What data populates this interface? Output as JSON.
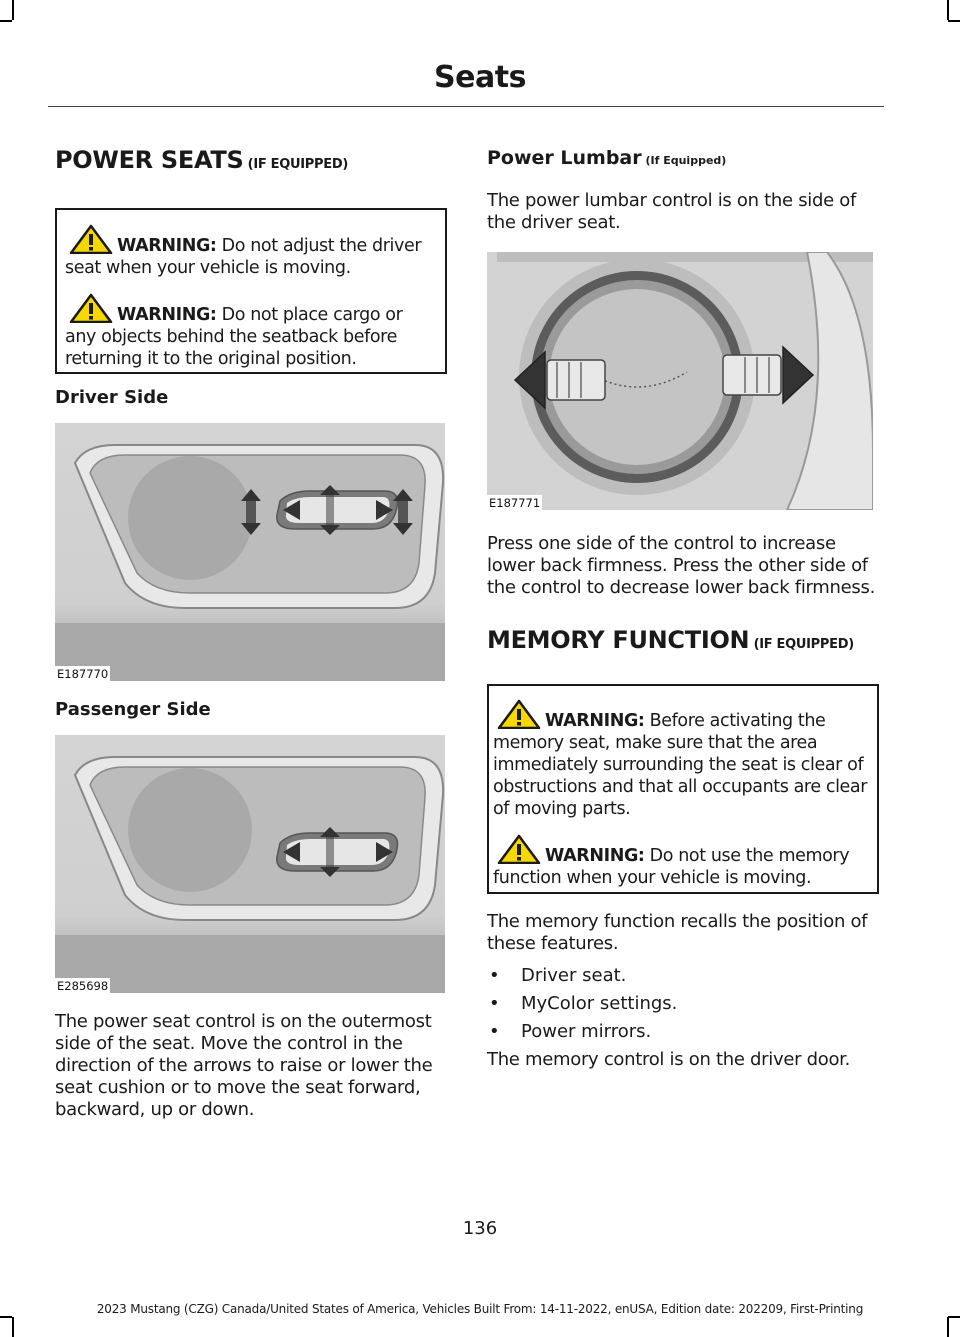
{
  "header": {
    "title": "Seats"
  },
  "left": {
    "heading_main": "POWER SEATS",
    "heading_suffix": " (IF EQUIPPED)",
    "warnings": [
      {
        "label": "WARNING:",
        "text": " Do not adjust the driver seat when your vehicle is moving."
      },
      {
        "label": "WARNING:",
        "text": " Do not place cargo or any objects behind the seatback before returning it to the original position."
      }
    ],
    "driver_heading": "Driver Side",
    "driver_fig_code": "E187770",
    "passenger_heading": "Passenger Side",
    "passenger_fig_code": "E285698",
    "body": "The power seat control is on the outermost side of the seat. Move the control in the direction of the arrows to raise or lower the seat cushion or to move the seat forward, backward, up or down."
  },
  "right": {
    "lumbar_heading_main": "Power Lumbar",
    "lumbar_heading_suffix": " (If Equipped)",
    "lumbar_intro": "The power lumbar control is on the side of the driver seat.",
    "lumbar_fig_code": "E187771",
    "lumbar_body": "Press one side of the control to increase lower back firmness. Press the other side of the control to decrease lower back firmness.",
    "memory_heading_main": "MEMORY FUNCTION",
    "memory_heading_suffix": " (IF EQUIPPED)",
    "warnings": [
      {
        "label": "WARNING:",
        "text": " Before activating the memory seat, make sure that the area immediately surrounding the seat is clear of obstructions and that all occupants are clear of moving parts."
      },
      {
        "label": "WARNING:",
        "text": " Do not use the memory function when your vehicle is moving."
      }
    ],
    "memory_intro": "The memory function recalls the position of these features.",
    "bullet_symbol": "•",
    "bullets": [
      "Driver seat.",
      "MyColor settings.",
      "Power mirrors."
    ],
    "memory_control": "The memory control is on the driver door."
  },
  "page_number": "136",
  "footer": "2023 Mustang (CZG) Canada/United States of America, Vehicles Built From: 14-11-2022, enUSA, Edition date: 202209, First-Printing",
  "colors": {
    "warning_yellow": "#f5d800",
    "figure_bg": "#d9d9d9",
    "arrow_dark": "#333333"
  }
}
